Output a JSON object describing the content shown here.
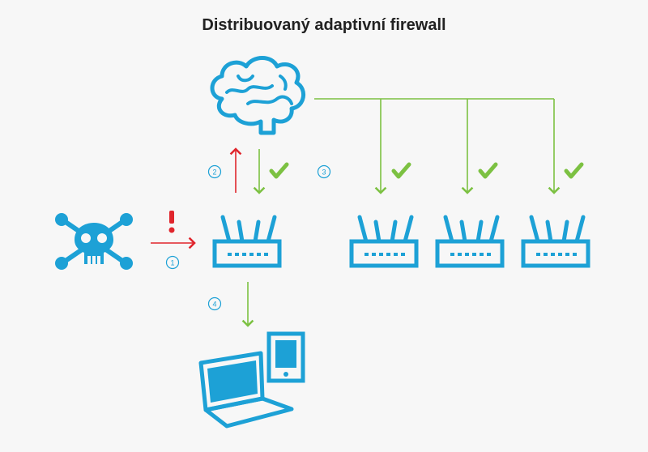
{
  "title": "Distribuovaný adaptivní firewall",
  "colors": {
    "icon": "#1da1d6",
    "success": "#7cc142",
    "alert": "#e0252c",
    "text": "#222222",
    "background": "#f7f7f7"
  },
  "steps": {
    "step1": "1",
    "step2": "2",
    "step3": "3",
    "step4": "4"
  },
  "icons": {
    "threat": "skull-crossbones-icon",
    "cloud_brain": "brain-icon",
    "router": "router-icon",
    "devices": "laptop-tablet-icon",
    "check": "check-icon",
    "warning": "exclamation-icon"
  }
}
